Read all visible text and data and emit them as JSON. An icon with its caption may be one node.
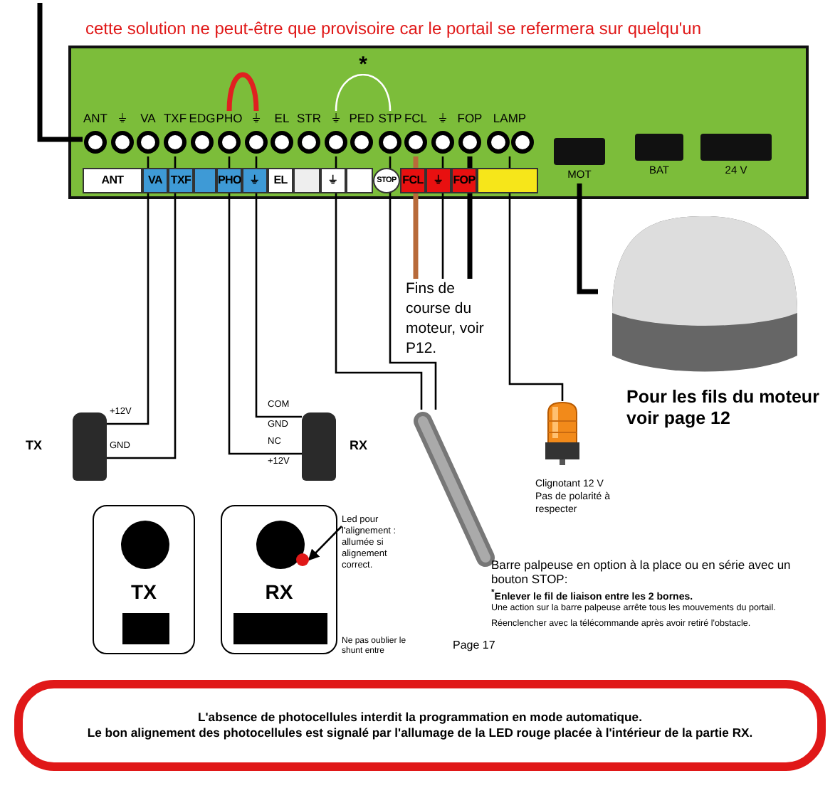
{
  "diagram": {
    "nodes": [
      {
        "text": [],
        "shape": "box"
      },
      {
        "text": [
          "ANT"
        ],
        "in": 0
      },
      {
        "text": [
          "⏚"
        ],
        "in": 0
      },
      {
        "text": [
          "VA"
        ],
        "in": 0
      },
      {
        "text": [
          "TXF"
        ],
        "in": 0
      },
      {
        "text": [
          "EDG"
        ],
        "in": 0
      },
      {
        "text": [
          "PHO"
        ],
        "in": 0
      },
      {
        "text": [
          "⏚"
        ],
        "in": 0
      },
      {
        "text": [
          "EL"
        ],
        "in": 0
      },
      {
        "text": [
          "STR"
        ],
        "in": 0
      },
      {
        "text": [
          "⏚"
        ],
        "in": 0
      },
      {
        "text": [
          "PED"
        ],
        "in": 0
      },
      {
        "text": [
          "STP"
        ],
        "in": 0
      },
      {
        "text": [
          "FCL"
        ],
        "in": 0
      },
      {
        "text": [
          "⏚"
        ],
        "in": 0
      },
      {
        "text": [
          "FOP"
        ],
        "in": 0
      },
      {
        "text": [
          "LAMP"
        ],
        "in": 0
      },
      {
        "text": [
          "MOT"
        ],
        "in": 0
      },
      {
        "text": [
          "BAT"
        ],
        "in": 0
      },
      {
        "text": [
          "24 V"
        ],
        "in": 0
      },
      {
        "text": [
          "TX"
        ]
      },
      {
        "text": [
          "RX"
        ]
      },
      {
        "text": [
          "TX"
        ]
      },
      {
        "text": [
          "RX"
        ],
        "beside": [
          "Ne pas oublier le shunt entre"
        ]
      },
      {
        "text": [],
        "shape": "circle",
        "in": 23
      },
      {
        "text": [
          "Led pour l'alignement : allumée si alignement correct."
        ]
      },
      {
        "text": [],
        "shape": "picture"
      },
      {
        "text": [
          "Fins de course du moteur, voir P12."
        ]
      },
      {
        "text": [],
        "shape": "picture",
        "beside": [
          "Clignotant 12 V Pas de polarité à respecter"
        ]
      },
      {
        "text": [],
        "shape": "picture",
        "beside": [
          "Pour les fils du moteur voir page 12"
        ]
      },
      {
        "text": [
          "L'absence de photocellules interdit la programmation en mode automatique.",
          "Le bon alignement des photocellules est signalé par l'allumage de la LED rouge placée à l'intérieur de la partie RX."
        ]
      }
    ],
    "edges": [
      {
        "from": 1,
        "to": null,
        "arrow": "none",
        "style": "thick"
      },
      {
        "from": 3,
        "to": 20,
        "arrow": "none"
      },
      {
        "from": 4,
        "to": 20,
        "arrow": "none"
      },
      {
        "from": 6,
        "to": 21,
        "arrow": "none"
      },
      {
        "from": 7,
        "to": 21,
        "arrow": "none"
      },
      {
        "from": 6,
        "to": 7,
        "arrow": "none",
        "style": "thick",
        "color": "#e02020"
      },
      {
        "from": 10,
        "to": 12,
        "arrow": "none",
        "label": "*",
        "color": "#ffffff"
      },
      {
        "from": 10,
        "to": 26,
        "arrow": "none"
      },
      {
        "from": 12,
        "to": 26,
        "arrow": "none"
      },
      {
        "from": 13,
        "to": 27,
        "arrow": "none",
        "style": "thick",
        "color": "#b86a3a"
      },
      {
        "from": 14,
        "to": 27,
        "arrow": "none"
      },
      {
        "from": 15,
        "to": 27,
        "arrow": "none",
        "style": "thick"
      },
      {
        "from": 16,
        "to": 28,
        "arrow": "none"
      },
      {
        "from": 17,
        "to": 29,
        "arrow": "none",
        "style": "thick"
      },
      {
        "from": 25,
        "to": 24,
        "arrow": "to"
      }
    ],
    "labels": [
      "cette solution ne peut-être que provisoire car le portail se refermera sur quelqu'un",
      "ANT",
      "VA",
      "TXF",
      "PHO",
      "⏚",
      "EL",
      "⏚",
      "STOP",
      "FCL",
      "⏚",
      "FOP",
      "+12V",
      "GND",
      "COM",
      "GND",
      "NC",
      "+12V",
      "Barre palpeuse en option à la place ou en série avec un bouton STOP:",
      "$^{*}$Enlever le fil de liaison entre les 2 bornes.",
      "Une action sur la barre palpeuse arrête tous les mouvements du portail.",
      "Réenclencher avec la télécommande après avoir retiré l'obstacle.",
      "Page 17"
    ]
  }
}
